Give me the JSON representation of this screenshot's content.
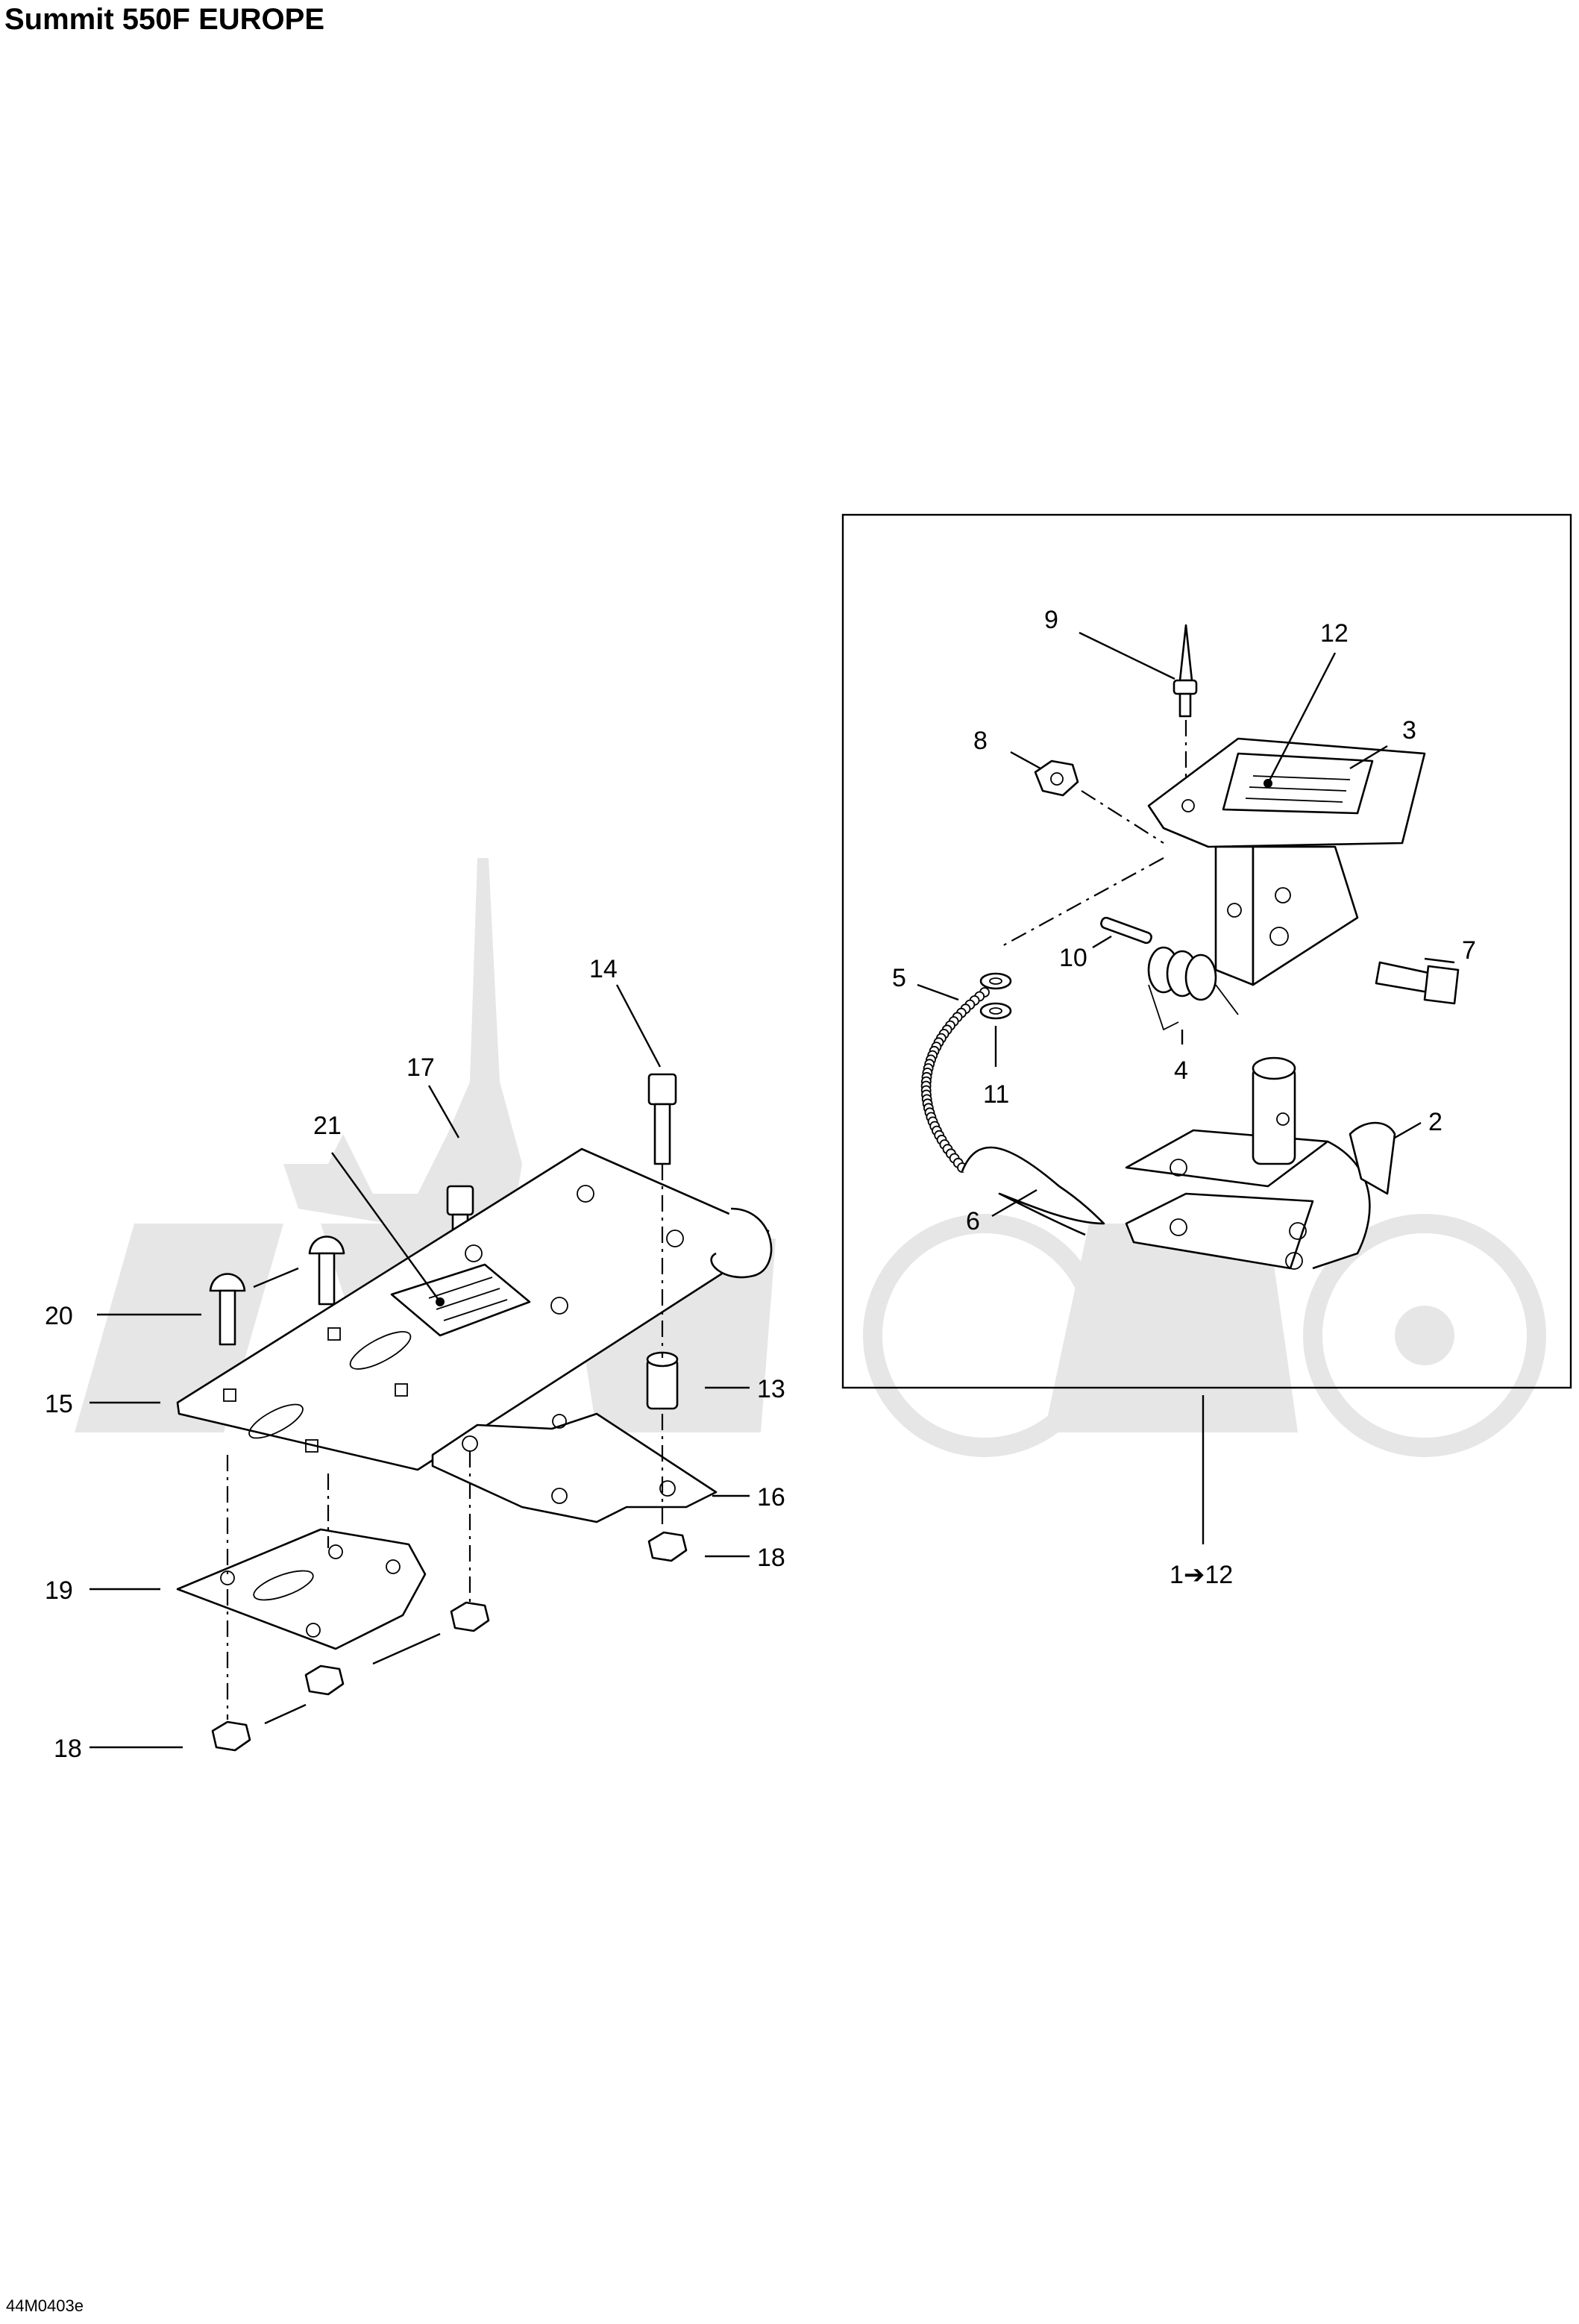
{
  "title": "Summit 550F EUROPE",
  "drawing_code": "44M0403e",
  "callouts": [
    {
      "id": "c1",
      "text": "9"
    },
    {
      "id": "c2",
      "text": "12"
    },
    {
      "id": "c3",
      "text": "8"
    },
    {
      "id": "c4",
      "text": "3"
    },
    {
      "id": "c5",
      "text": "7"
    },
    {
      "id": "c6",
      "text": "10"
    },
    {
      "id": "c7",
      "text": "5"
    },
    {
      "id": "c8",
      "text": "11"
    },
    {
      "id": "c9",
      "text": "4"
    },
    {
      "id": "c10",
      "text": "2"
    },
    {
      "id": "c11",
      "text": "6"
    },
    {
      "id": "c12",
      "text": "14"
    },
    {
      "id": "c13",
      "text": "17"
    },
    {
      "id": "c14",
      "text": "21"
    },
    {
      "id": "c15",
      "text": "20"
    },
    {
      "id": "c16",
      "text": "15"
    },
    {
      "id": "c17",
      "text": "13"
    },
    {
      "id": "c18",
      "text": "16"
    },
    {
      "id": "c19",
      "text": "18"
    },
    {
      "id": "c20",
      "text": "19"
    },
    {
      "id": "c21",
      "text": "18"
    }
  ],
  "kit_label": "1➔12"
}
